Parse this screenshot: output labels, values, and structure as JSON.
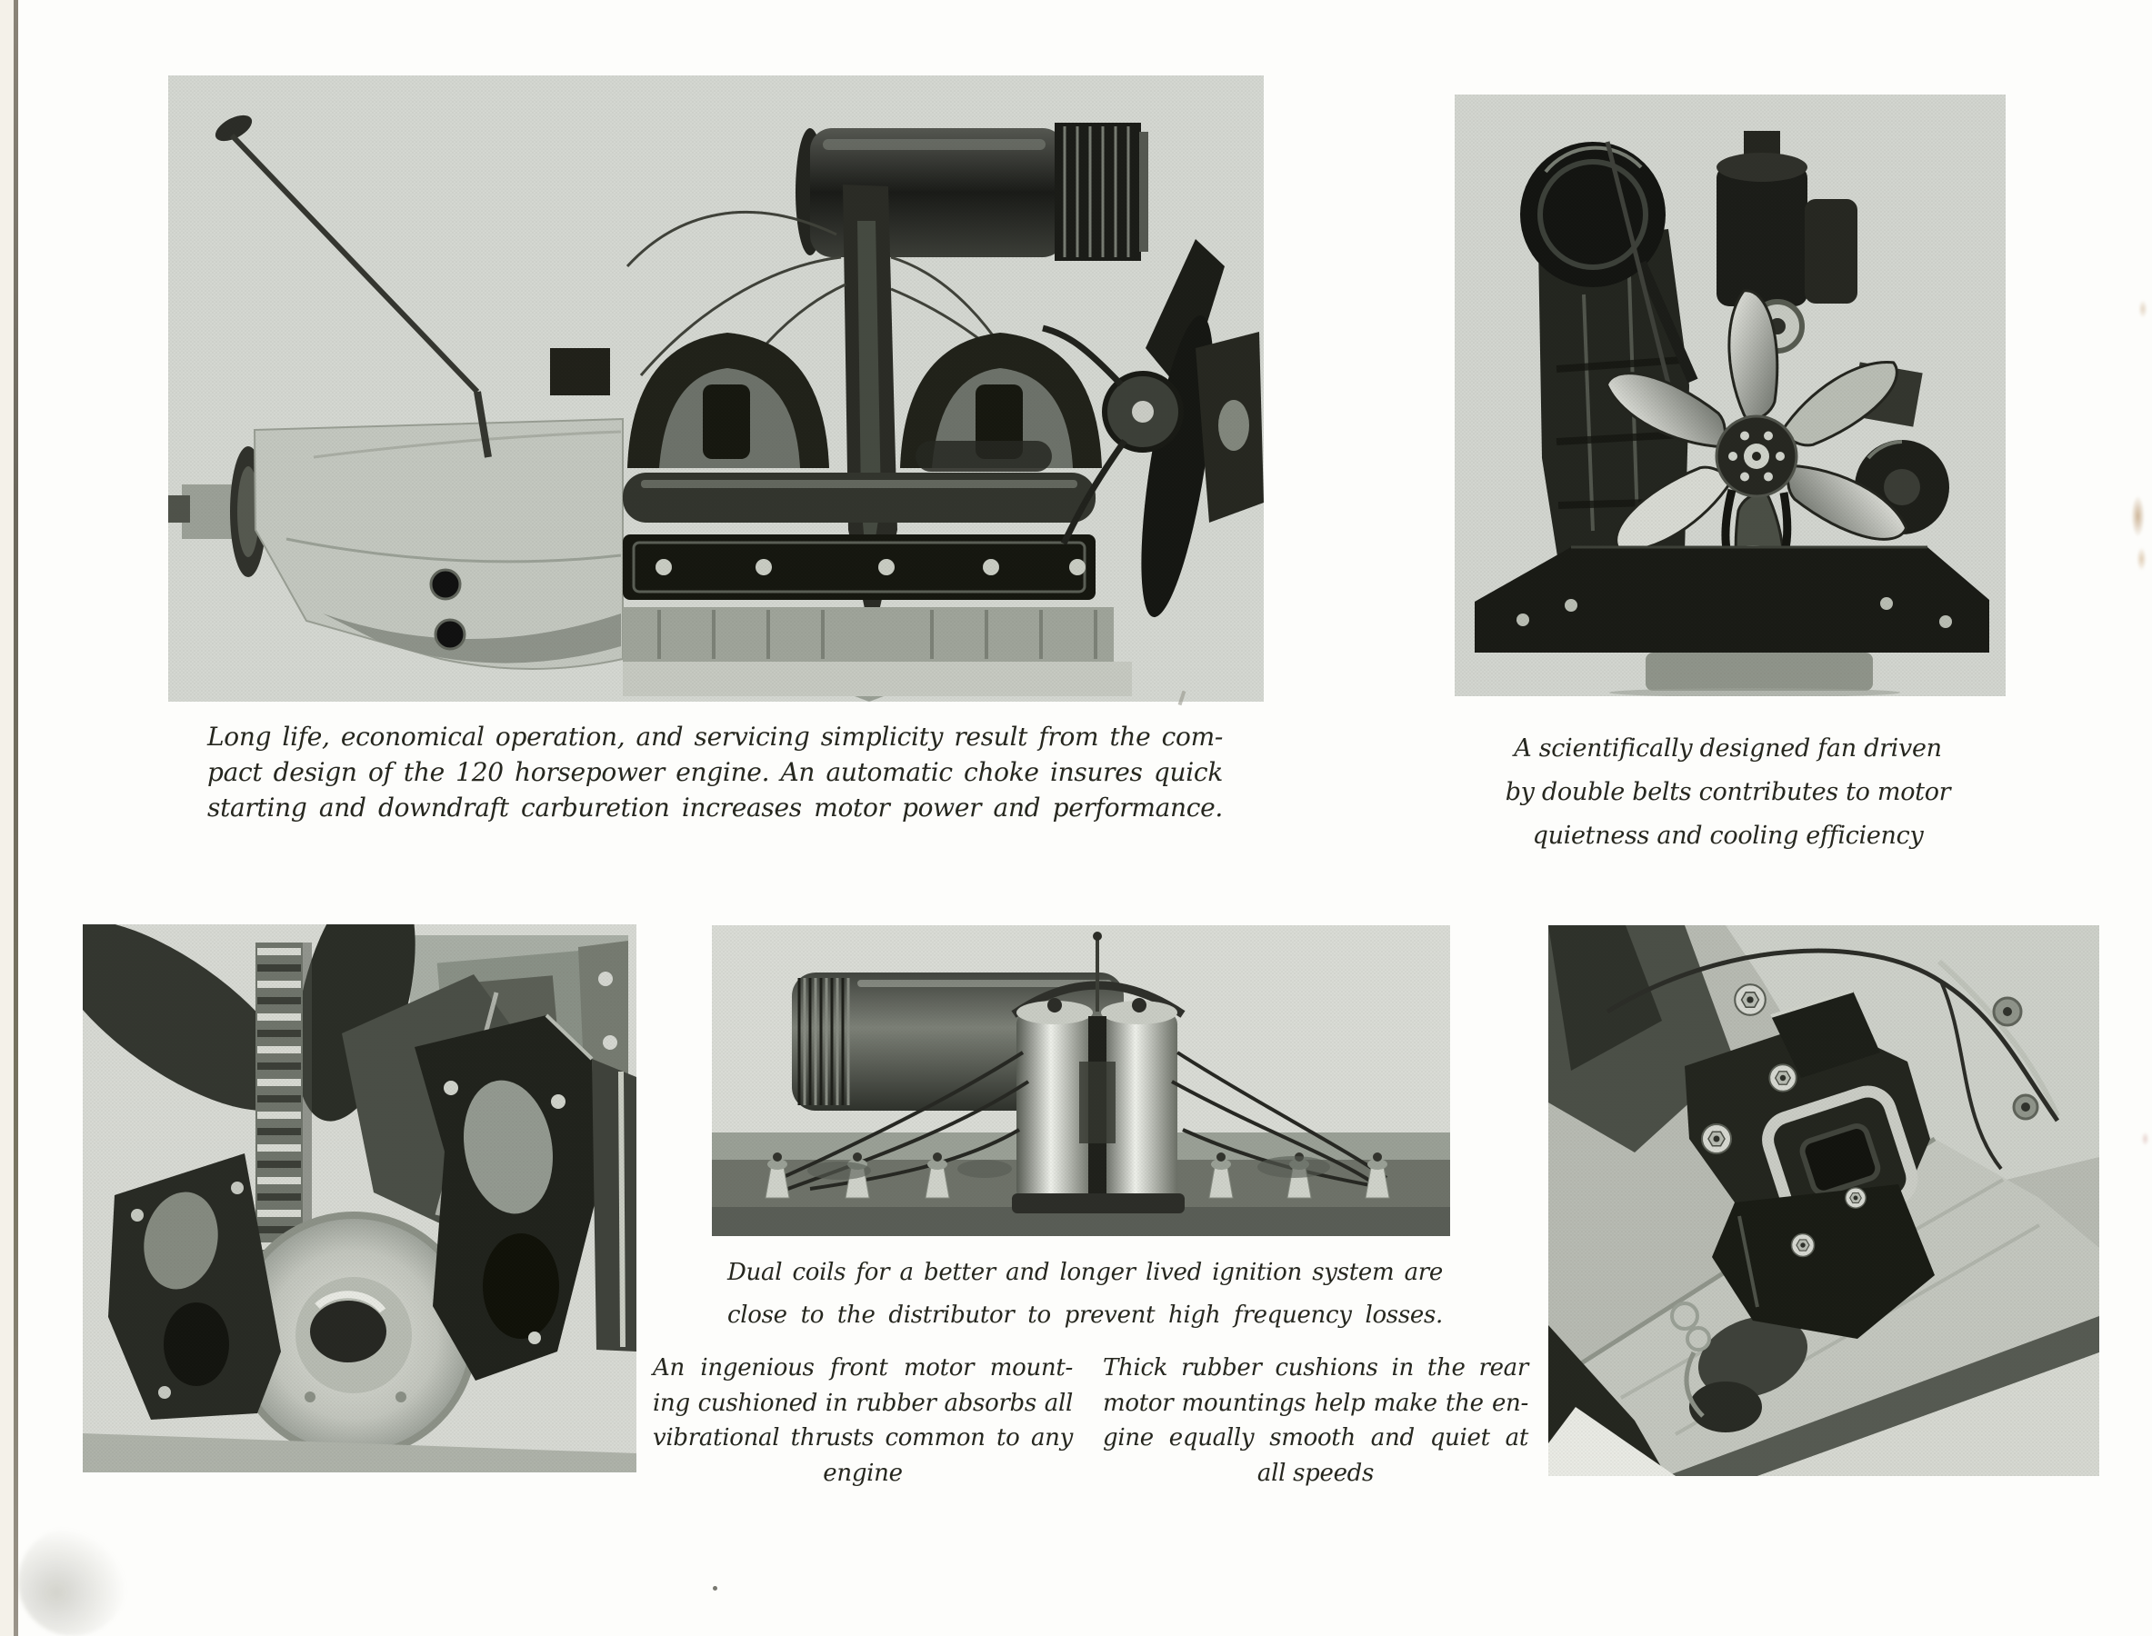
{
  "page": {
    "background_color": "#fdfdfb",
    "photo_background_color": "#d4d7d1",
    "ink_color": "#26271f",
    "description": "Vintage engine brochure page with five halftone photographs and italic captions"
  },
  "captions": {
    "engine": {
      "lines": [
        "Long life, economical operation, and servicing simplicity result from the com-",
        "pact design of the 120 horsepower engine. An automatic choke insures quick",
        "starting and downdraft carburetion increases motor power and performance."
      ]
    },
    "fan": {
      "lines": [
        "A scientifically designed fan driven",
        "by double belts contributes to motor",
        "quietness and cooling efficiency"
      ]
    },
    "coils": {
      "lines": [
        "Dual coils for a better and longer lived ignition system are",
        "close to the distributor to prevent high frequency losses."
      ]
    },
    "front_mount": {
      "lines": [
        "An ingenious front motor mount-",
        "ing cushioned in rubber absorbs all",
        "vibrational thrusts common to any",
        "engine"
      ]
    },
    "rear_mount": {
      "lines": [
        "Thick rubber cushions in the rear",
        "motor mountings help make the en-",
        "gine equally smooth and quiet at",
        "all speeds"
      ]
    }
  },
  "photos": {
    "engine_side": {
      "alt": "Side view of the 120 horsepower engine with transmission, air cleaner and oil level rod"
    },
    "fan_front": {
      "alt": "Front view of engine with six-blade fan driven by double belts"
    },
    "front_mount": {
      "alt": "Close-up of rubber-cushioned front motor mounting behind fan, belt and pulley"
    },
    "dual_coils": {
      "alt": "Dual ignition coils mounted close to the distributor with ignition wiring"
    },
    "rear_mount": {
      "alt": "Close-up of thick rubber cushions in the rear motor mounting"
    }
  }
}
